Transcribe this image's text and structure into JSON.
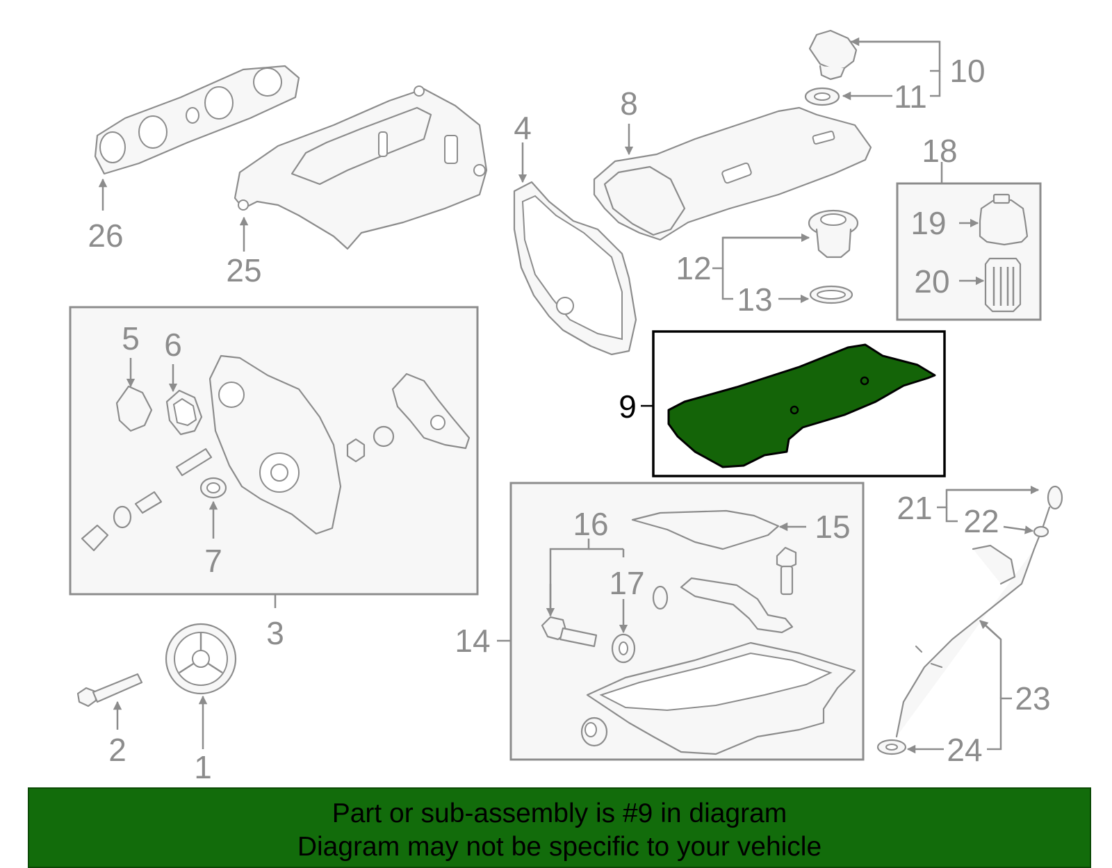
{
  "colors": {
    "highlight_fill": "#146408",
    "banner_bg": "#126c0b",
    "part_stroke": "#8c8c8c",
    "highlight_stroke": "#000000"
  },
  "highlighted_part": "9",
  "callouts": {
    "c1": "1",
    "c2": "2",
    "c3": "3",
    "c4": "4",
    "c5": "5",
    "c6": "6",
    "c7": "7",
    "c8": "8",
    "c9": "9",
    "c10": "10",
    "c11": "11",
    "c12": "12",
    "c13": "13",
    "c14": "14",
    "c15": "15",
    "c16": "16",
    "c17": "17",
    "c18": "18",
    "c19": "19",
    "c20": "20",
    "c21": "21",
    "c22": "22",
    "c23": "23",
    "c24": "24",
    "c25": "25",
    "c26": "26"
  },
  "banner": {
    "line1": "Part or sub-assembly is #9 in diagram",
    "line2": "Diagram may not be specific to your vehicle"
  }
}
